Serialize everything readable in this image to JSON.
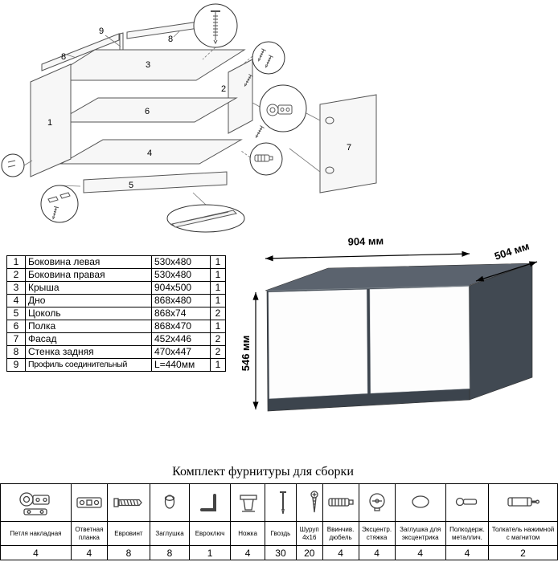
{
  "diagram": {
    "labels": {
      "p1": "1",
      "p2": "2",
      "p3": "3",
      "p4": "4",
      "p5": "5",
      "p6": "6",
      "p7": "7",
      "p8": "8",
      "p9": "9"
    }
  },
  "parts_table": {
    "rows": [
      {
        "num": "1",
        "name": "Боковина левая",
        "size": "530x480",
        "qty": "1"
      },
      {
        "num": "2",
        "name": "Боковина правая",
        "size": "530x480",
        "qty": "1"
      },
      {
        "num": "3",
        "name": "Крыша",
        "size": "904x500",
        "qty": "1"
      },
      {
        "num": "4",
        "name": "Дно",
        "size": "868x480",
        "qty": "1"
      },
      {
        "num": "5",
        "name": "Цоколь",
        "size": "868x74",
        "qty": "2"
      },
      {
        "num": "6",
        "name": "Полка",
        "size": "868x470",
        "qty": "1"
      },
      {
        "num": "7",
        "name": "Фасад",
        "size": "452x446",
        "qty": "2"
      },
      {
        "num": "8",
        "name": "Стенка задняя",
        "size": "470x447",
        "qty": "2"
      },
      {
        "num": "9",
        "name": "Профиль соединительный",
        "size": "L=440мм",
        "qty": "1"
      }
    ]
  },
  "cabinet": {
    "width_label": "904 мм",
    "depth_label": "504 мм",
    "height_label": "546 мм",
    "body_color": "#5b636e",
    "side_color": "#414952",
    "door_color": "#ffffff"
  },
  "hardware": {
    "title": "Комплект фурнитуры для сборки",
    "items": [
      {
        "name": "Петля накладная",
        "qty": "4",
        "icon": "hinge-icon"
      },
      {
        "name": "Ответная планка",
        "qty": "4",
        "icon": "strike-plate-icon"
      },
      {
        "name": "Евровинт",
        "qty": "8",
        "icon": "confirmat-screw-icon"
      },
      {
        "name": "Заглушка",
        "qty": "8",
        "icon": "cap-icon"
      },
      {
        "name": "Евроключ",
        "qty": "1",
        "icon": "hex-key-icon"
      },
      {
        "name": "Ножка",
        "qty": "4",
        "icon": "leg-icon"
      },
      {
        "name": "Гвоздь",
        "qty": "30",
        "icon": "nail-icon"
      },
      {
        "name": "Шуруп 4x16",
        "qty": "20",
        "icon": "screw-icon"
      },
      {
        "name": "Ввинчив. дюбель",
        "qty": "4",
        "icon": "dowel-icon"
      },
      {
        "name": "Эксцентр. стяжка",
        "qty": "4",
        "icon": "cam-lock-icon"
      },
      {
        "name": "Заглушка для эксцентрика",
        "qty": "4",
        "icon": "cam-cap-icon"
      },
      {
        "name": "Полкодерж. металлич.",
        "qty": "4",
        "icon": "shelf-pin-icon"
      },
      {
        "name": "Толкатель нажимной с магнитом",
        "qty": "2",
        "icon": "push-opener-icon"
      }
    ]
  }
}
